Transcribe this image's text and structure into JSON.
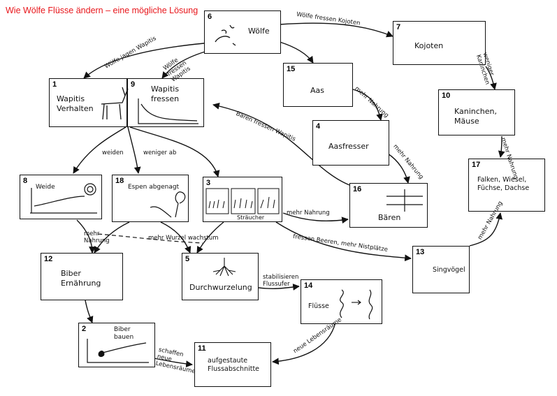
{
  "title": "Wie Wölfe Flüsse ändern – eine mögliche Lösung",
  "nodes": {
    "n6": {
      "num": "6",
      "label": "Wölfe"
    },
    "n7": {
      "num": "7",
      "label": "Kojoten"
    },
    "n15": {
      "num": "15",
      "label": "Aas"
    },
    "n10": {
      "num": "10",
      "label": "Kaninchen, Mäuse"
    },
    "n4": {
      "num": "4",
      "label": "Aasfresser"
    },
    "n1": {
      "num": "1",
      "label": "Wapitis Verhalten"
    },
    "n9": {
      "num": "9",
      "label": "Wapitis fressen"
    },
    "n17": {
      "num": "17",
      "label": "Falken, Wiesel, Füchse, Dachse"
    },
    "n8": {
      "num": "8",
      "label": "Weide"
    },
    "n18": {
      "num": "18",
      "label": "Espen abgenagt"
    },
    "n3": {
      "num": "3",
      "label": "Sträucher"
    },
    "n16": {
      "num": "16",
      "label": "Bären"
    },
    "n12": {
      "num": "12",
      "label": "Biber Ernährung"
    },
    "n5": {
      "num": "5",
      "label": "Durchwurzelung"
    },
    "n13": {
      "num": "13",
      "label": "Singvögel"
    },
    "n14": {
      "num": "14",
      "label": "Flüsse"
    },
    "n2": {
      "num": "2",
      "label": "Biber bauen"
    },
    "n11": {
      "num": "11",
      "label": "aufgestaute Flussabschnitte"
    }
  },
  "edges": {
    "e1": "Wölfe fressen Kojoten",
    "e2": "Wölfe jagen Wapitis",
    "e3": "Wölfe fressen Wapitis",
    "e4": "mehr Nahrung",
    "e5": "weniger Kaninchen",
    "e6": "mehr Nahrung",
    "e7": "mehr Nahrung",
    "e8": "Bären fressen Wapitis",
    "e9": "weiden",
    "e10": "weniger ab",
    "e11": "mehr Nahrung",
    "e12": "mehr Nahrung",
    "e13": "mehr Wurzel wachstum",
    "e14": "fressen Beeren, mehr Nistplätze",
    "e15": "mehr Nahrung",
    "e16": "stabilisieren Flussufer",
    "e17": "neue Lebensräume",
    "e18": "schaffen neue Lebensräume"
  }
}
